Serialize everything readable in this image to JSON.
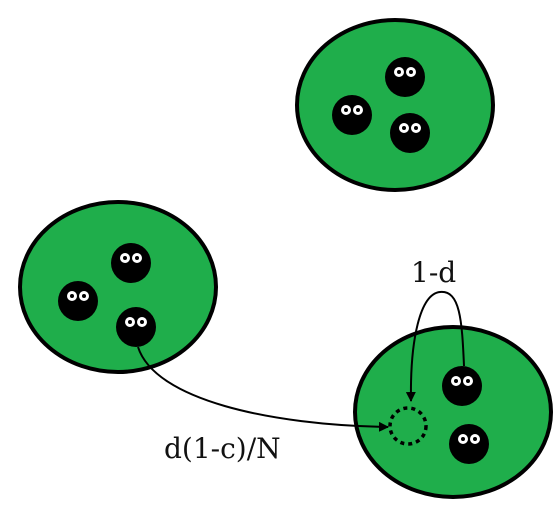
{
  "labels": {
    "stay_prob": "1-d",
    "migration_prob": "d(1-c)/N"
  },
  "colors": {
    "patch_fill": "#1fae4b",
    "patch_stroke": "#000000",
    "individual_fill": "#000000",
    "eye_fill": "#ffffff"
  },
  "patches": [
    {
      "name": "patch-top-right",
      "individuals": 3
    },
    {
      "name": "patch-left",
      "individuals": 3
    },
    {
      "name": "patch-bottom-right",
      "individuals": 2,
      "empty_site": true
    }
  ]
}
